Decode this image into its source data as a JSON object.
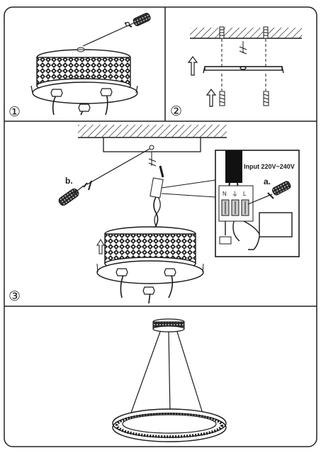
{
  "steps": [
    {
      "label": "①"
    },
    {
      "label": "②"
    },
    {
      "label": "③"
    }
  ],
  "wiring": {
    "input_label": "Input 220V~240V",
    "terminal_n": "N",
    "terminal_l": "L",
    "ground_label": "⏚",
    "callout_a": "a.",
    "callout_b": "b."
  },
  "colors": {
    "line": "#1a1a1a",
    "paper": "#ffffff",
    "frame": "#222222",
    "cable": "#111111"
  },
  "icons": [
    "screwdriver-icon",
    "arrow-up-icon",
    "screw-icon",
    "ground-icon"
  ]
}
